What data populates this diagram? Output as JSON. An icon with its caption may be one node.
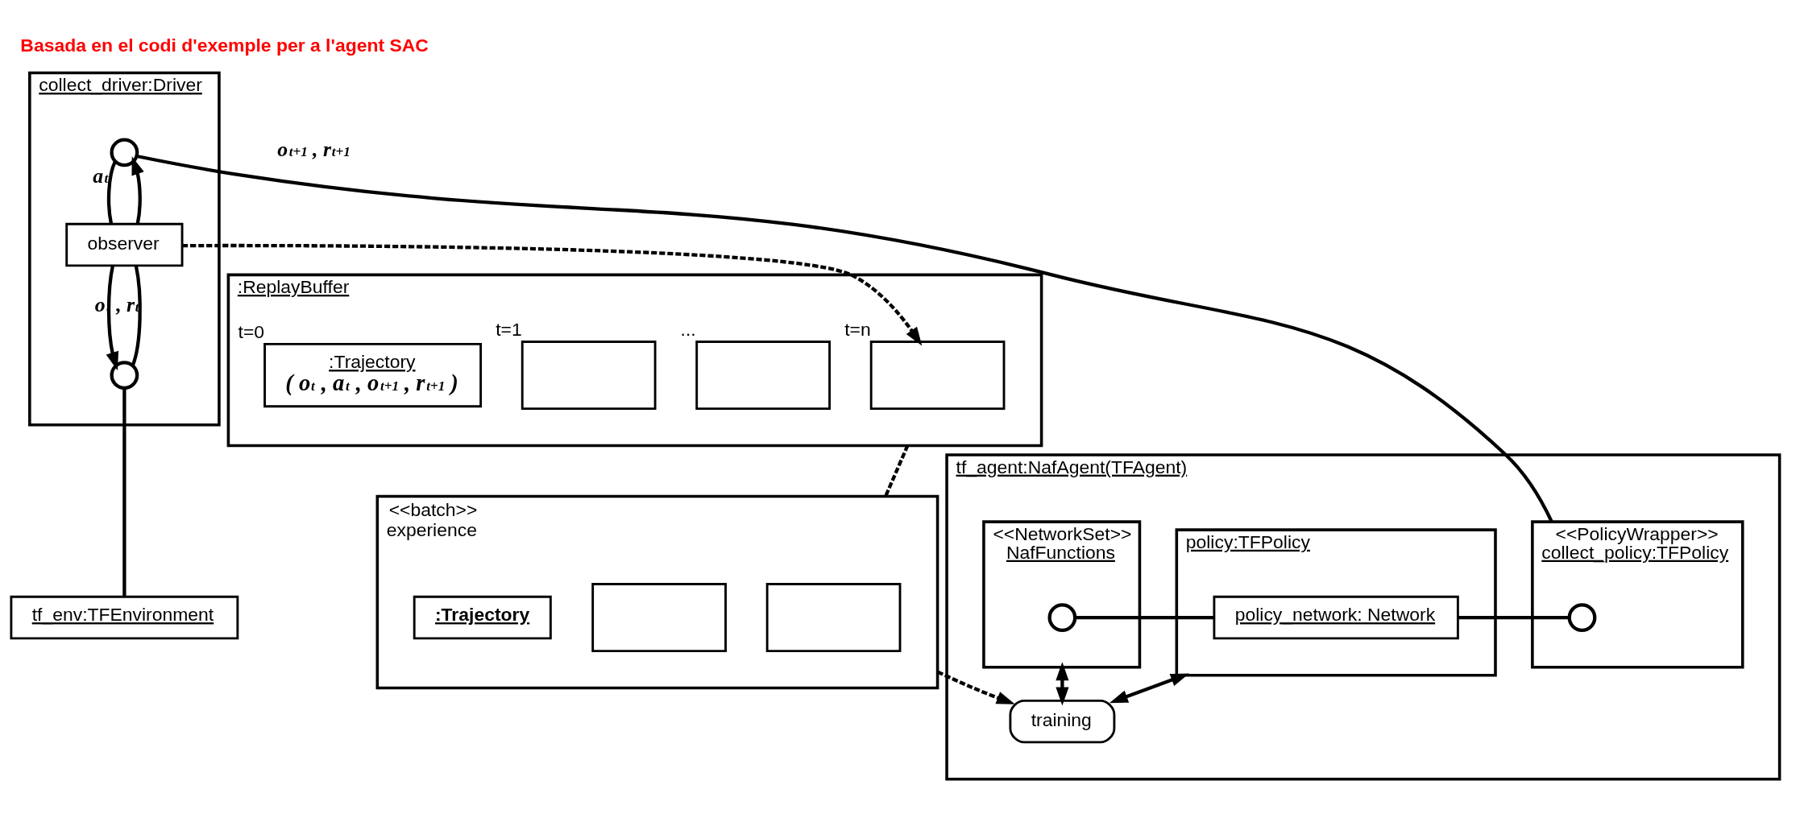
{
  "diagram": {
    "title": "Basada en el codi d'exemple per a l'agent SAC",
    "nodes": [
      {
        "text": [
          "collect_driver:Driver"
        ]
      },
      {
        "text": [],
        "shape": "circle",
        "in": 0
      },
      {
        "text": [
          "observer"
        ],
        "in": 0
      },
      {
        "text": [],
        "shape": "circle",
        "in": 0
      },
      {
        "text": [
          "tf_env:TFEnvironment"
        ]
      },
      {
        "text": [
          "tf_agent:NafAgent(TFAgent)"
        ]
      },
      {
        "text": [
          "<<PolicyWrapper>>",
          "collect_policy:TFPolicy"
        ],
        "in": 5
      },
      {
        "text": [],
        "shape": "circle",
        "in": 6
      },
      {
        "text": [
          "policy:TFPolicy"
        ],
        "in": 5
      },
      {
        "text": [
          "policy_network: Network"
        ],
        "in": 8
      },
      {
        "text": [
          "<<NetworkSet>>",
          "NafFunctions"
        ],
        "in": 5
      },
      {
        "text": [],
        "shape": "circle",
        "in": 10
      },
      {
        "text": [
          "training"
        ],
        "in": 5
      },
      {
        "text": [
          ":ReplayBuffer"
        ]
      },
      {
        "text": [],
        "shape": "box",
        "in": 13,
        "beside": [
          "t=n"
        ]
      },
      {
        "text": [],
        "shape": "box",
        "in": 13,
        "beside": [
          "..."
        ]
      },
      {
        "text": [],
        "shape": "box",
        "in": 13,
        "beside": [
          "t=1"
        ]
      },
      {
        "text": [
          ":Trajectory",
          "( o$_{t}$ , a$_{t}$ , o$_{t+1}$ , r$_{t+1}$ )"
        ],
        "in": 13,
        "beside": [
          "t=0"
        ]
      },
      {
        "text": [
          "<<batch>>",
          "experience"
        ]
      },
      {
        "text": [],
        "shape": "box",
        "in": 18
      },
      {
        "text": [],
        "shape": "box",
        "in": 18
      },
      {
        "text": [
          ":Trajectory"
        ],
        "in": 18
      }
    ],
    "edges": [
      {
        "from": 1,
        "to": 2,
        "arrow": "none",
        "label": "a$_{t}$"
      },
      {
        "from": 2,
        "to": 1,
        "arrow": "to"
      },
      {
        "from": 2,
        "to": 3,
        "arrow": "to"
      },
      {
        "from": 3,
        "to": 2,
        "arrow": "none",
        "label": "o$_{t}$ , r$_{t}$"
      },
      {
        "from": 3,
        "to": 4,
        "arrow": "none"
      },
      {
        "from": 1,
        "to": 6,
        "arrow": "none"
      },
      {
        "from": 7,
        "to": 9,
        "arrow": "none"
      },
      {
        "from": 11,
        "to": 9,
        "arrow": "none"
      },
      {
        "from": 10,
        "to": 12,
        "arrow": "both"
      },
      {
        "from": 8,
        "to": 12,
        "arrow": "both"
      },
      {
        "from": 2,
        "to": 14,
        "arrow": "to",
        "style": "dashed"
      },
      {
        "from": 13,
        "to": 18,
        "arrow": "none",
        "style": "dashed"
      },
      {
        "from": 18,
        "to": 12,
        "arrow": "to",
        "style": "dashed"
      }
    ],
    "labels": [
      "o$_{t+1}$ , r$_{t+1}$"
    ]
  }
}
